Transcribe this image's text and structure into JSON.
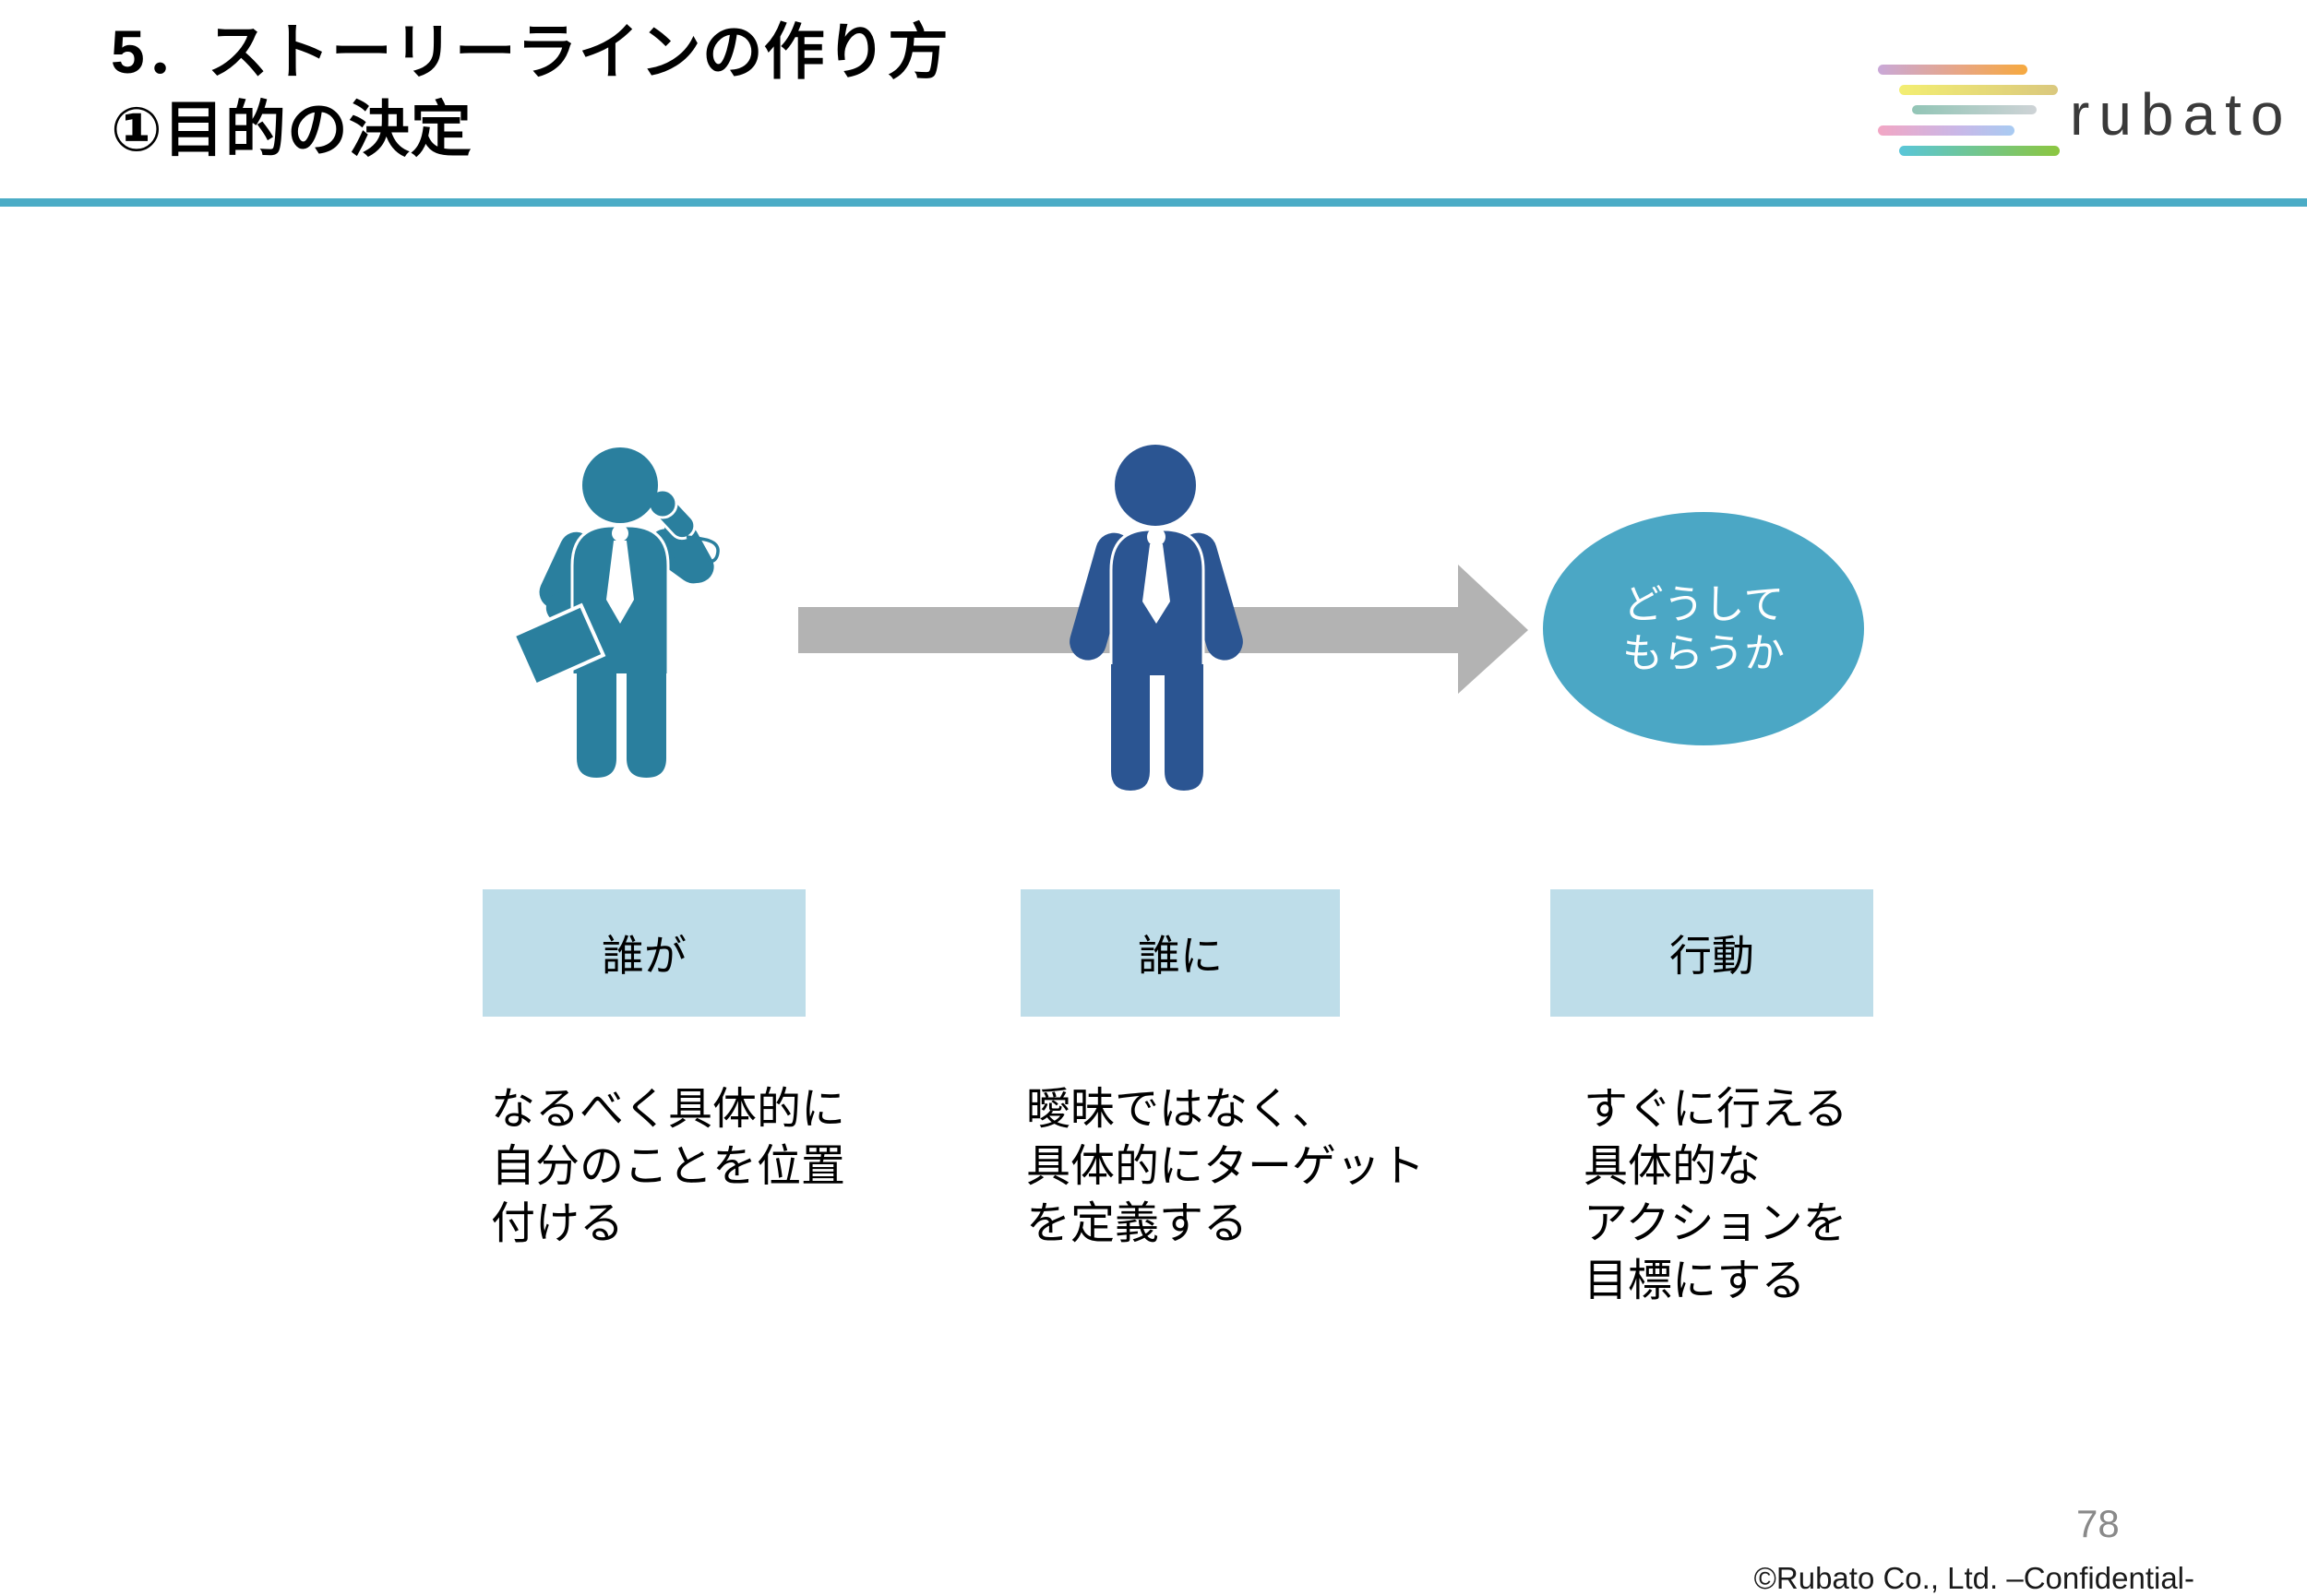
{
  "header": {
    "title_line1": "5．ストーリーラインの作り方",
    "title_line2": "①目的の決定",
    "logo_text": "rubato"
  },
  "diagram": {
    "figure1_icon": "businessman-with-microphone",
    "figure2_icon": "businessman-standing",
    "arrow_icon": "right-arrow",
    "ellipse_label": "どうして\nもらうか",
    "columns": [
      {
        "box_label": "誰が",
        "description": "なるべく具体的に\n自分のことを位置\n付ける"
      },
      {
        "box_label": "誰に",
        "description": "曖昧ではなく、\n具体的にターゲット\nを定義する"
      },
      {
        "box_label": "行動",
        "description": "すぐに行える\n具体的な\nアクションを\n目標にする"
      }
    ]
  },
  "footer": {
    "page_number": "78",
    "copyright": "©Rubato Co., Ltd. –Confidential-"
  },
  "colors": {
    "divider": "#4BACC6",
    "figure1": "#2A7F9E",
    "figure2": "#2B5592",
    "arrow": "#B3B3B3",
    "ellipse": "#4BA7C5",
    "label_box": "#BEDDE9",
    "page_number": "#898989",
    "logo_bars": [
      "#C9A8D8→#F6A93F",
      "#F3EE72→#DAC87E",
      "#92C5B6→#CED3D6",
      "#F2A6C4→#A8CBF2",
      "#59C6D9→#8CC63F"
    ]
  }
}
